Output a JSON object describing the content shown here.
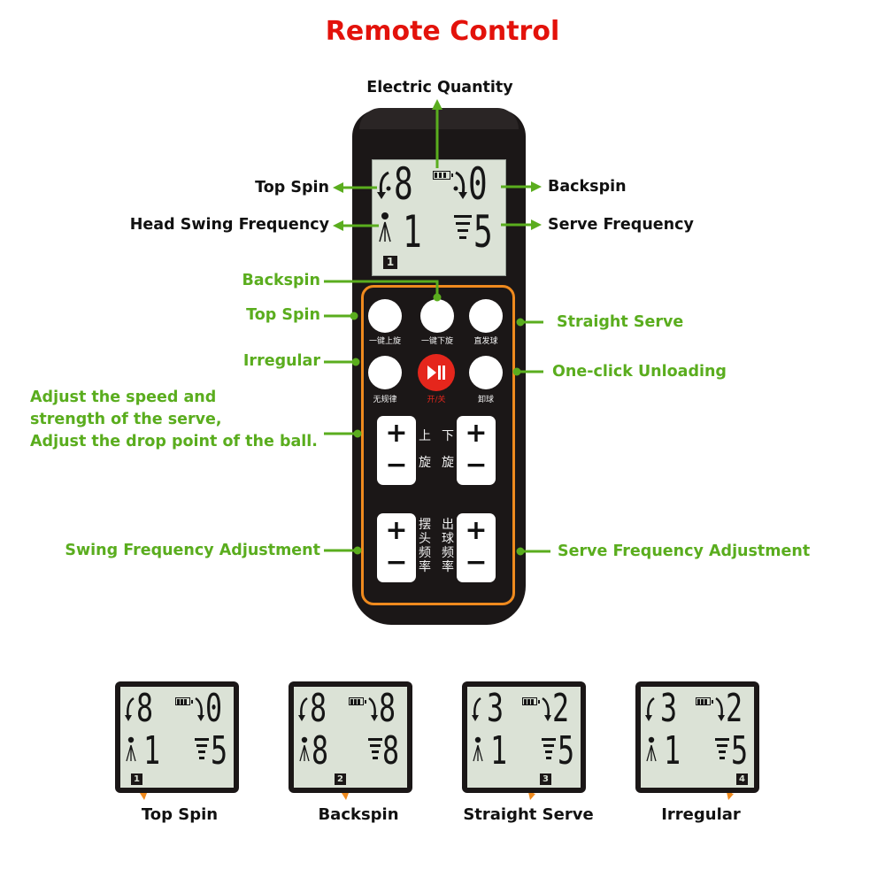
{
  "title": "Remote Control",
  "callouts": {
    "electric_quantity": "Electric Quantity",
    "top_spin": "Top Spin",
    "backspin": "Backspin",
    "head_swing_frequency": "Head Swing Frequency",
    "serve_frequency": "Serve Frequency",
    "btn_backspin": "Backspin",
    "btn_top_spin": "Top Spin",
    "straight_serve": "Straight Serve",
    "irregular": "Irregular",
    "one_click_unloading": "One-click Unloading",
    "adjust_line1": "Adjust the speed and",
    "adjust_line2": "strength of the serve,",
    "adjust_line3": "Adjust the drop point of the ball.",
    "swing_freq_adj": "Swing Frequency Adjustment",
    "serve_freq_adj": "Serve Frequency Adjustment"
  },
  "remote": {
    "screen": {
      "top_left": "8",
      "top_right": "0",
      "bottom_left": "1",
      "bottom_right": "5",
      "mode": "1"
    },
    "buttons": {
      "b1": "一键上旋",
      "b2": "一键下旋",
      "b3": "直发球",
      "b4": "无规律",
      "b5": "开/关",
      "b6": "卸球"
    },
    "plus": "+",
    "minus": "−",
    "spin_left": [
      "上",
      "旋"
    ],
    "spin_right": [
      "下",
      "旋"
    ],
    "freq_left": [
      "摆",
      "头",
      "频",
      "率"
    ],
    "freq_right": [
      "出",
      "球",
      "频",
      "率"
    ]
  },
  "modes": [
    {
      "top_left": "8",
      "top_right": "0",
      "bottom_left": "1",
      "bottom_right": "5",
      "mode": "1",
      "caption": "Top Spin"
    },
    {
      "top_left": "8",
      "top_right": "8",
      "bottom_left": "8",
      "bottom_right": "8",
      "mode": "2",
      "caption": "Backspin"
    },
    {
      "top_left": "3",
      "top_right": "2",
      "bottom_left": "1",
      "bottom_right": "5",
      "mode": "3",
      "caption": "Straight Serve"
    },
    {
      "top_left": "3",
      "top_right": "2",
      "bottom_left": "1",
      "bottom_right": "5",
      "mode": "4",
      "caption": "Irregular"
    }
  ],
  "colors": {
    "title": "#e3120b",
    "callout_green": "#5aad1e",
    "panel_border": "#ef8a1e",
    "power_button": "#e5261c",
    "lcd": "#dbe2d6",
    "body": "#1b1717",
    "mode_arrow": "#ef8a1e"
  }
}
